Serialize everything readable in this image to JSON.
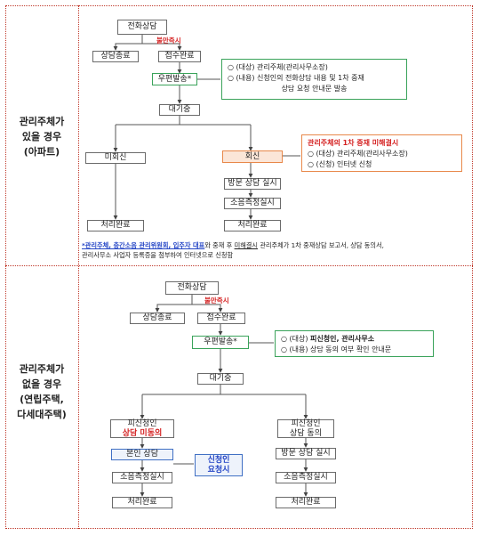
{
  "sections": [
    {
      "label": "관리주체가\n있을 경우\n(아파트)"
    },
    {
      "label": "관리주체가\n없을 경우\n(연립주택,\n다세대주택)"
    }
  ],
  "top": {
    "phone": "전화상담",
    "immediate": "불만즉시",
    "consult_end": "상담종료",
    "receipt": "접수완료",
    "mail": "우편발송*",
    "mail_note_1": "○ (대상) 관리주체(관리사무소장)",
    "mail_note_2": "○ (내용) 신청인의 전화상담 내용 및 1차 중재",
    "mail_note_3": "상담 요청 안내문 발송",
    "waiting": "대기중",
    "no_reply": "미회신",
    "reply": "회신",
    "reply_note_title": "관리주체의 1차 중재 미해결시",
    "reply_note_1": "○ (대상) 관리주체(관리사무소장)",
    "reply_note_2": "○ (신청) 인터넷 신청",
    "visit": "방문 상담 실시",
    "measure": "소음측정실시",
    "done_left": "처리완료",
    "done_right": "처리완료",
    "foot_1a": "*관리주체, 층간소음 관리위원회, 입주자 대표",
    "foot_1b": "와 중재 후 ",
    "foot_1c": "미해결시",
    "foot_1d": " 관리주체가 1차 중재상담 보고서, 상담 동의서,",
    "foot_2": "관리사무소 사업자 등록증을 첨부하여 인터넷으로 신청함"
  },
  "bottom": {
    "phone": "전화상담",
    "immediate": "불만즉시",
    "consult_end": "상담종료",
    "receipt": "접수완료",
    "mail": "우편발송*",
    "mail_note_1a": "○ (대상) ",
    "mail_note_1b": "피신청인, 관리사무소",
    "mail_note_2a": "○ (내용) ",
    "mail_note_2b": "상담 동의 여부 확인 안내문",
    "waiting": "대기중",
    "left_1": "피신청인",
    "left_2": "상담 미동의",
    "right_1": "피신청인",
    "right_2": "상담 동의",
    "self_consult": "본인 상담",
    "applicant_1": "신청인",
    "applicant_2": "요청시",
    "measure_left": "소음측정실시",
    "visit_right": "방문 상담 실시",
    "measure_right": "소음측정실시",
    "done_left": "처리완료",
    "done_right": "처리완료"
  }
}
